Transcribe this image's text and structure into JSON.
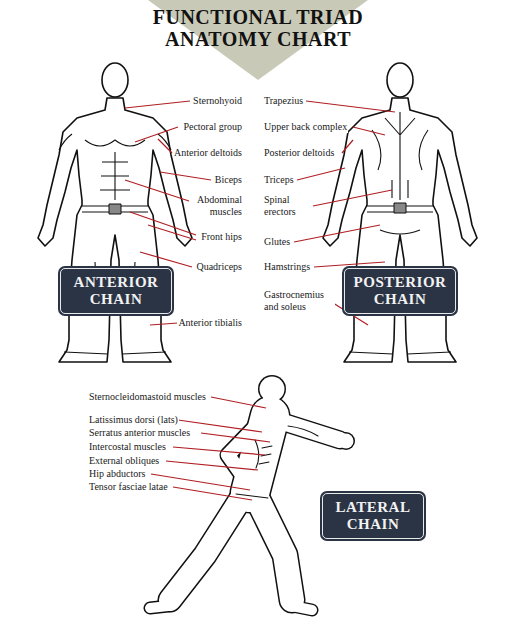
{
  "diagram": {
    "title": "FUNCTIONAL TRIAD ANATOMY CHART",
    "nodes": [
      {
        "text": [
          "ANTERIOR CHAIN"
        ]
      },
      {
        "text": [
          "POSTERIOR CHAIN"
        ]
      },
      {
        "text": [
          "LATERAL CHAIN"
        ]
      }
    ],
    "labels": [
      "Sternohyoid",
      "Pectoral group",
      "Anterior deltoids",
      "Biceps",
      "Abdominal muscles",
      "Front hips",
      "Quadriceps",
      "Anterior tibialis",
      "Trapezius",
      "Upper back complex",
      "Posterior deltoids",
      "Triceps",
      "Spinal erectors",
      "Glutes",
      "Hamstrings",
      "Gastrocnemius and soleus",
      "Sternocleidomastoid muscles",
      "Latissimus dorsi (lats)",
      "Serratus anterior muscles",
      "Intercostal muscles",
      "External obliques",
      "Hip abductors",
      "Tensor fasciae latae"
    ]
  }
}
